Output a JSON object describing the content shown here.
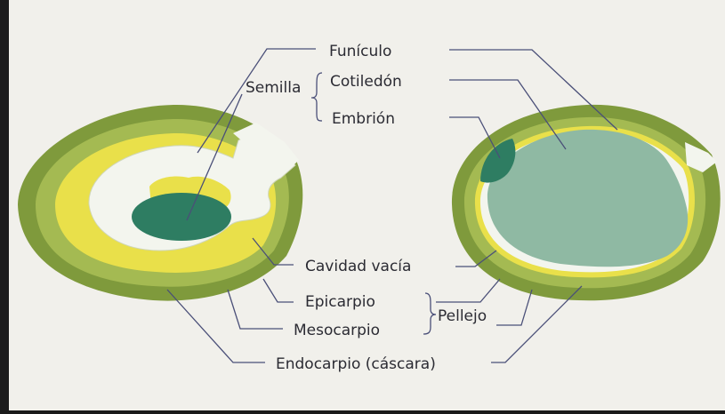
{
  "labels": {
    "funiculo": "Funículo",
    "semilla": "Semilla",
    "cotiledon": "Cotiledón",
    "embrion": "Embrión",
    "cavidad": "Cavidad vacía",
    "epicarpio": "Epicarpio",
    "mesocarpio": "Mesocarpio",
    "pellejo": "Pellejo",
    "endocarpio": "Endocarpio (cáscara)"
  },
  "colors": {
    "page": "#f1f0eb",
    "epicarp_outer": "#7f9a3c",
    "epicarp_band": "#a4ba52",
    "mesocarp_yellow": "#e9e04a",
    "cavity": "#f3f5ee",
    "cotyledon": "#8fb9a3",
    "embryo": "#2e7d62",
    "leader": "#4a4f78",
    "text": "#2b2b33"
  }
}
